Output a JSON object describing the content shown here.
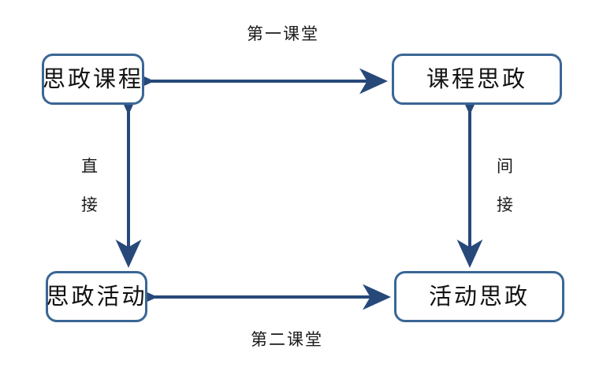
{
  "diagram": {
    "title_text": "",
    "background_color": "#ffffff",
    "box_border_color": "#3A6695",
    "arrow_color": "#27497A",
    "text_color": "#111111",
    "nodes": [
      {
        "id": "sizheng-kecheng",
        "label": "思政课程",
        "position": "top-left"
      },
      {
        "id": "kecheng-sizheng",
        "label": "课程思政",
        "position": "top-right"
      },
      {
        "id": "sizheng-huodong",
        "label": "思政活动",
        "position": "bottom-left"
      },
      {
        "id": "huodong-sizheng",
        "label": "活动思政",
        "position": "bottom-right"
      }
    ],
    "edge_labels": [
      {
        "id": "top",
        "text": "第一课堂",
        "orientation": "horizontal",
        "connects": "思政课程 <-> 课程思政"
      },
      {
        "id": "bottom",
        "text": "第二课堂",
        "orientation": "horizontal",
        "connects": "思政活动 <-> 活动思政"
      },
      {
        "id": "left",
        "chars": [
          "直",
          "接"
        ],
        "orientation": "vertical",
        "connects": "思政课程 <-> 思政活动"
      },
      {
        "id": "right",
        "chars": [
          "间",
          "接"
        ],
        "orientation": "vertical",
        "connects": "课程思政 <-> 活动思政"
      }
    ],
    "connectors": [
      {
        "id": "top-horizontal",
        "style": "double-headed-arrow",
        "direction": "horizontal"
      },
      {
        "id": "bottom-horizontal",
        "style": "double-headed-arrow",
        "direction": "horizontal"
      },
      {
        "id": "left-vertical",
        "style": "double-headed-arrow",
        "direction": "vertical"
      },
      {
        "id": "right-vertical",
        "style": "double-headed-arrow",
        "direction": "vertical"
      }
    ]
  }
}
